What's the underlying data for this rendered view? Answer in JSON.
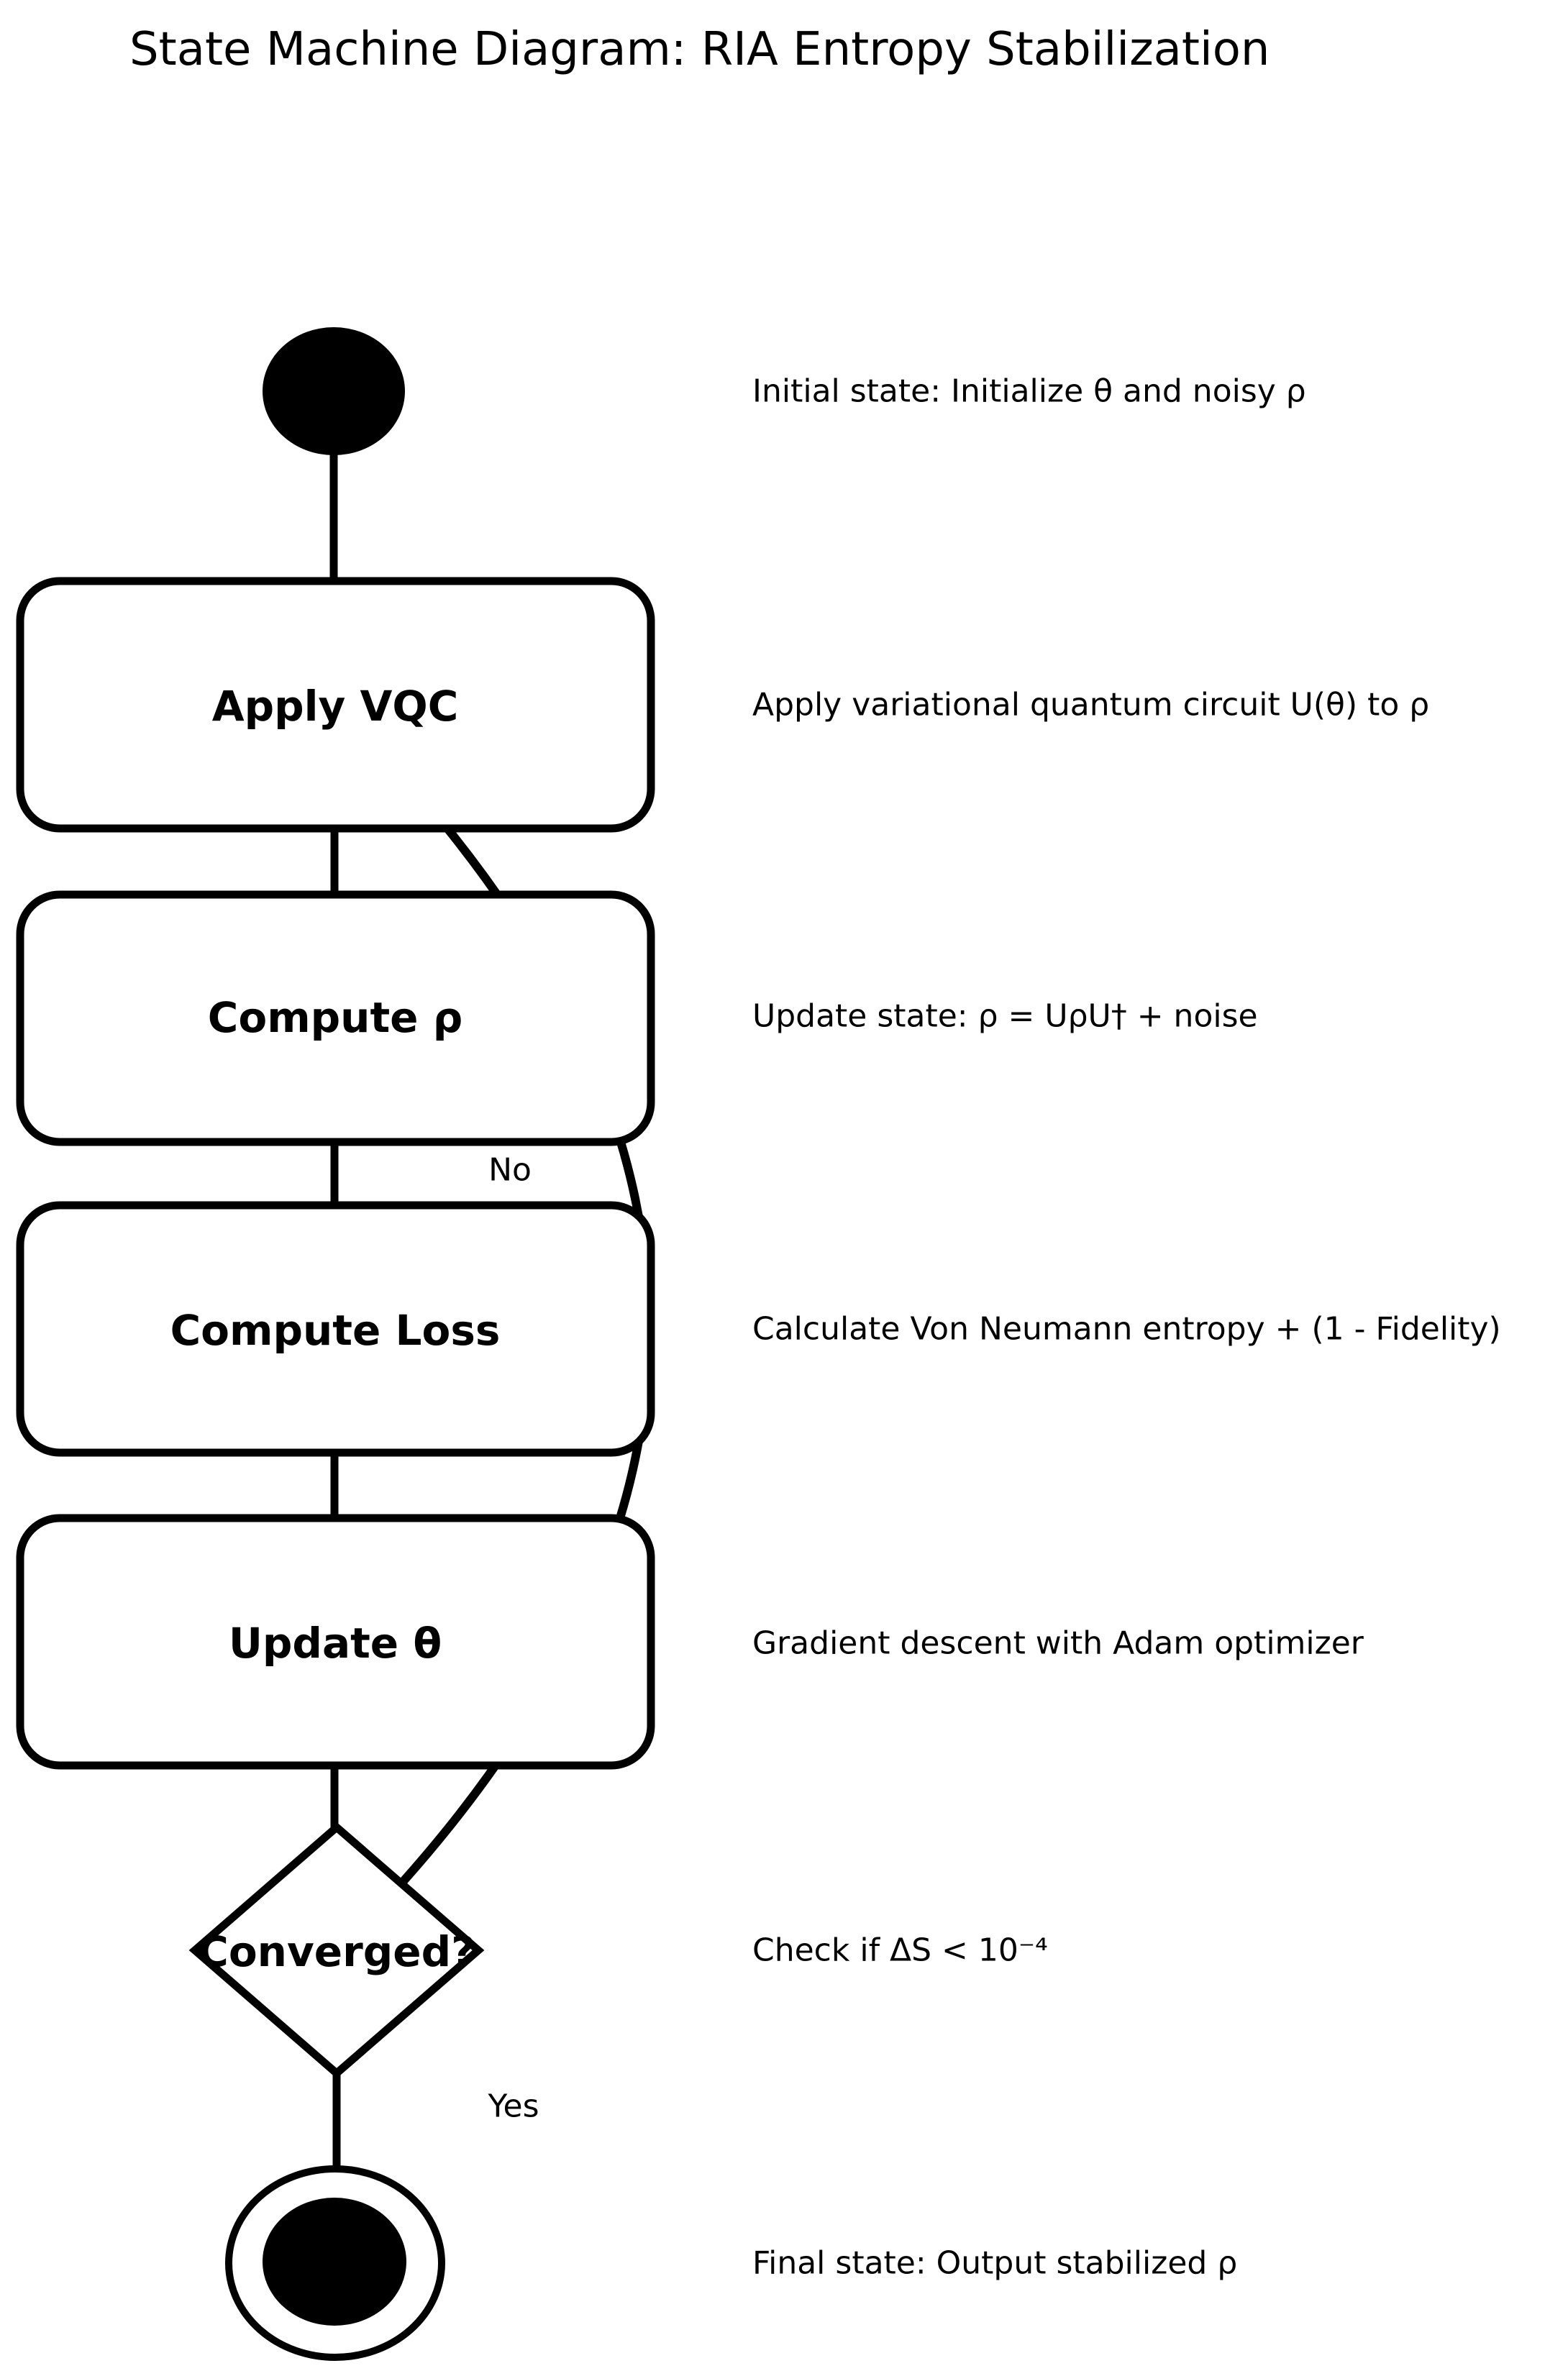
{
  "title": "State Machine Diagram: RIA Entropy Stabilization",
  "diagram": {
    "nodes": [
      {
        "id": "initial",
        "type": "initial-state",
        "label": "",
        "annotation": "Initial state: Initialize θ and noisy ρ"
      },
      {
        "id": "apply-vqc",
        "type": "state",
        "label": "Apply VQC",
        "annotation": "Apply variational quantum circuit U(θ) to ρ"
      },
      {
        "id": "compute-rho",
        "type": "state",
        "label": "Compute ρ",
        "annotation": "Update state: ρ = UρU† + noise"
      },
      {
        "id": "compute-loss",
        "type": "state",
        "label": "Compute Loss",
        "annotation": "Calculate Von Neumann entropy + (1 - Fidelity)"
      },
      {
        "id": "update-theta",
        "type": "state",
        "label": "Update θ",
        "annotation": "Gradient descent with Adam optimizer"
      },
      {
        "id": "converged",
        "type": "decision",
        "label": "Converged?",
        "annotation": "Check if ΔS < 10⁻⁴"
      },
      {
        "id": "final",
        "type": "final-state",
        "label": "",
        "annotation": "Final state: Output stabilized ρ"
      }
    ],
    "edge_labels": {
      "no": "No",
      "yes": "Yes"
    },
    "colors": {
      "background": "#ffffff",
      "stroke": "#000000",
      "node_fill": "#ffffff",
      "text": "#000000"
    }
  }
}
